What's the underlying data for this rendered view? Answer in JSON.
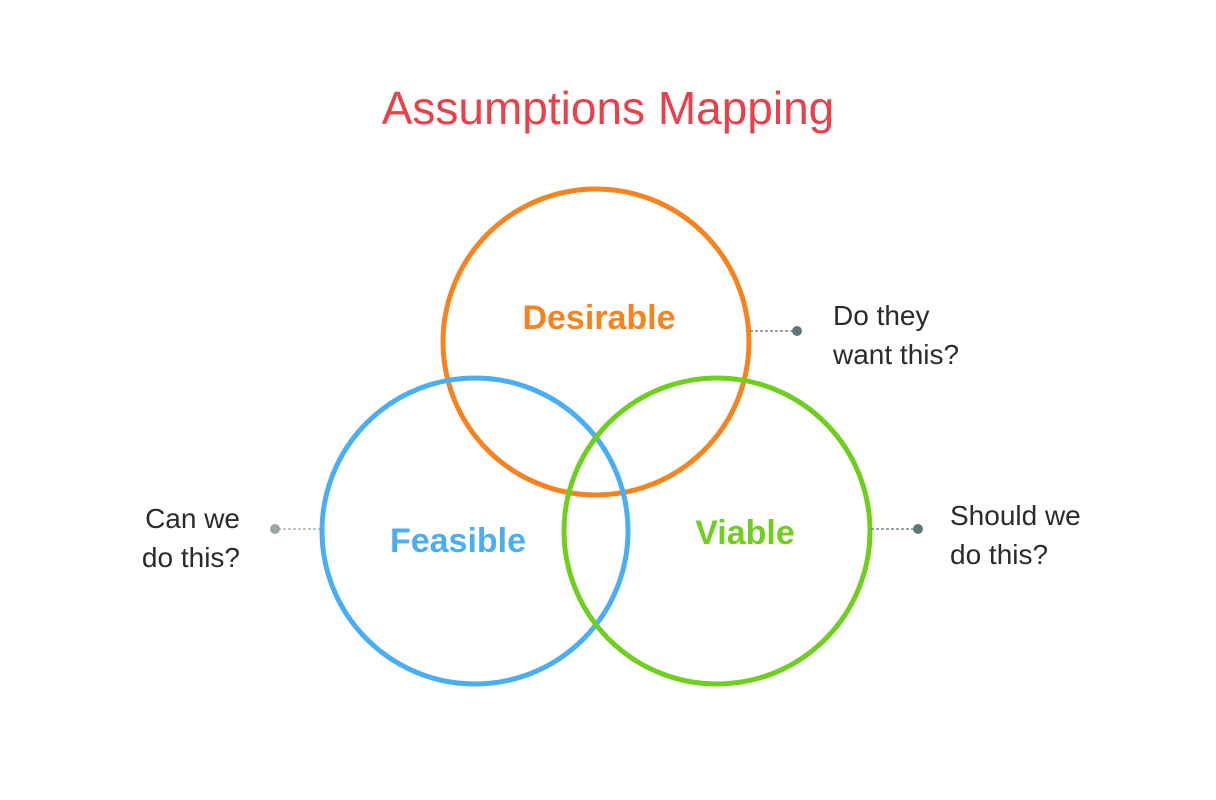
{
  "title": "Assumptions Mapping",
  "colors": {
    "title": "#e8414b",
    "desirable": "#f5841f",
    "feasible": "#4aaef2",
    "viable": "#6fcf1e",
    "connector_grey": "#9aa7a4",
    "connector_dark": "#5e7877",
    "text": "#2b2b2b"
  },
  "circles": {
    "desirable": {
      "label": "Desirable"
    },
    "feasible": {
      "label": "Feasible"
    },
    "viable": {
      "label": "Viable"
    }
  },
  "questions": {
    "desirable": {
      "line1": "Do they",
      "line2": "want this?"
    },
    "feasible": {
      "line1": "Can we",
      "line2": "do this?"
    },
    "viable": {
      "line1": "Should we",
      "line2": "do this?"
    }
  }
}
